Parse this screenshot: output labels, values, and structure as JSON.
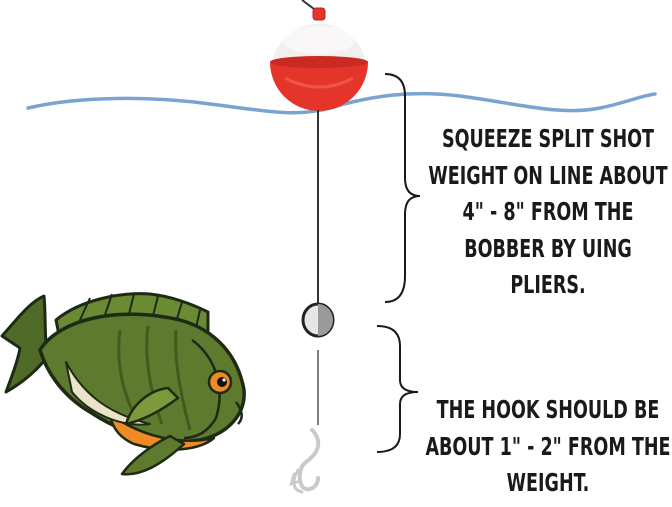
{
  "instructions": {
    "split_shot_lines": [
      "SQUEEZE SPLIT SHOT",
      "WEIGHT ON LINE ABOUT",
      "4\" - 8\" FROM THE",
      "BOBBER BY UING",
      "PLIERS."
    ],
    "hook_lines": [
      "THE HOOK SHOULD BE",
      "ABOUT 1\" - 2\" FROM THE",
      "WEIGHT."
    ]
  },
  "colors": {
    "water": "#7aa3cf",
    "bobber_top": "#f2eeee",
    "bobber_bottom": "#e5352b",
    "line": "#444444",
    "weight": "#b9b9b9",
    "hook": "#c9c9c9",
    "fish_body": "#5e7a2e",
    "fish_belly": "#f08a24",
    "fish_outline": "#1d2a14"
  },
  "icons": [
    "bobber-icon",
    "split-shot-weight-icon",
    "hook-icon",
    "bluegill-fish-icon",
    "brace-icon"
  ]
}
